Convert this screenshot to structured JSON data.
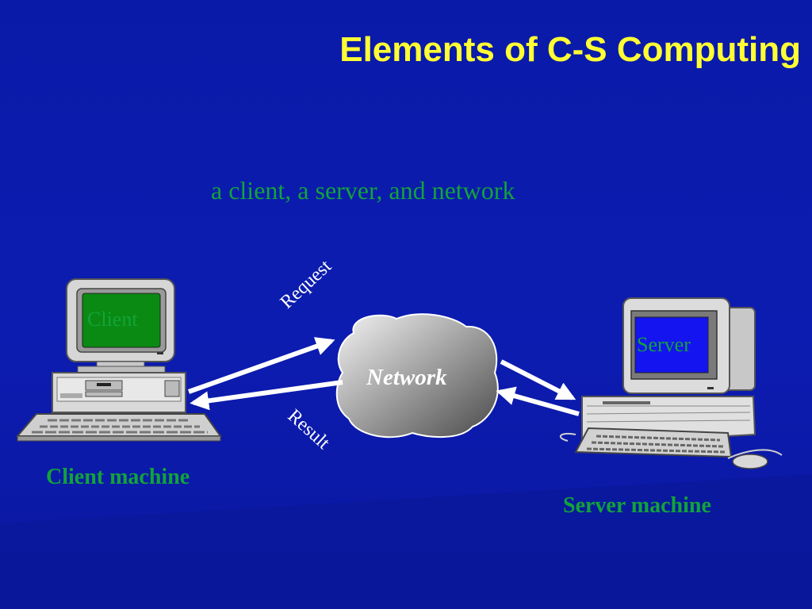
{
  "slide": {
    "title": "Elements of C-S Computing",
    "subtitle": "a client, a server, and network"
  },
  "client": {
    "screen_text": "Client",
    "label": "Client machine"
  },
  "server": {
    "screen_text": "Server",
    "label": "Server machine"
  },
  "network": {
    "label": "Network"
  },
  "arrows": {
    "request": "Request",
    "result": "Result"
  },
  "colors": {
    "background": "#0c1cb0",
    "title": "#ffff33",
    "text_green": "#12a33a",
    "client_screen": "#0a8a12",
    "server_screen": "#1414f0"
  }
}
